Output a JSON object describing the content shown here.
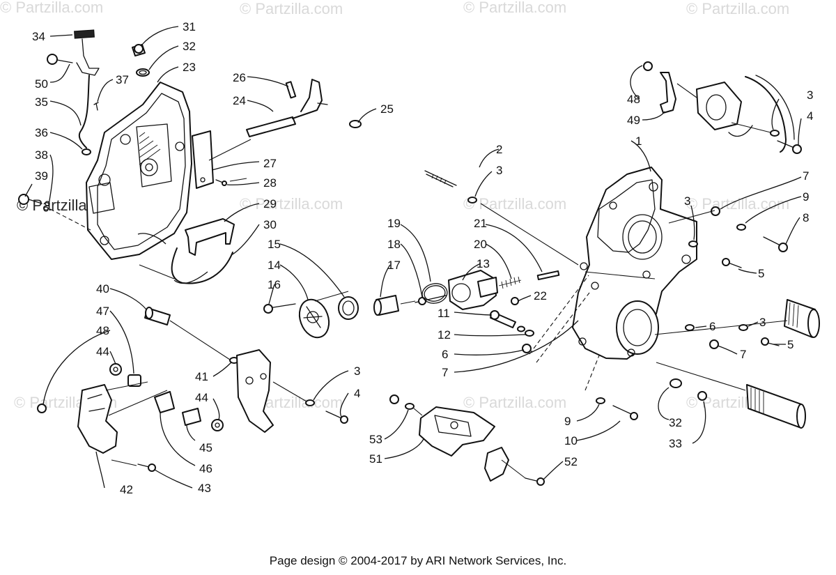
{
  "watermark": "© Partzilla.com",
  "footer": "Page design © 2004-2017 by ARI Network Services, Inc.",
  "callouts": [
    "1",
    "2",
    "3",
    "4",
    "5",
    "6",
    "7",
    "8",
    "9",
    "10",
    "11",
    "12",
    "13",
    "14",
    "15",
    "16",
    "17",
    "18",
    "19",
    "20",
    "21",
    "22",
    "23",
    "24",
    "25",
    "26",
    "27",
    "28",
    "29",
    "30",
    "31",
    "32",
    "33",
    "34",
    "35",
    "36",
    "37",
    "38",
    "39",
    "40",
    "41",
    "42",
    "43",
    "44",
    "45",
    "46",
    "47",
    "48",
    "49",
    "50",
    "51",
    "52",
    "53"
  ]
}
